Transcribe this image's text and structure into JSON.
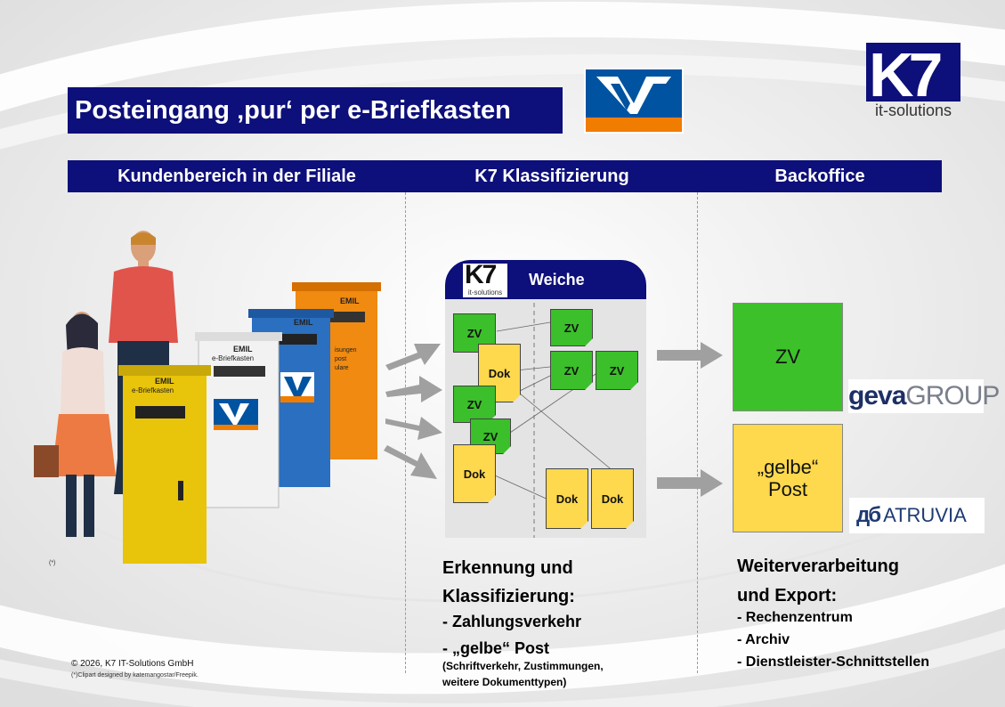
{
  "title": "Posteingang ‚pur‘ per e-Briefkasten",
  "logo": {
    "k7_text": "K7",
    "k7_sub": "it-solutions",
    "brand_color": "#0d0f7a"
  },
  "header": {
    "col1": "Kundenbereich in der Filiale",
    "col2": "K7 Klassifizierung",
    "col3": "Backoffice"
  },
  "mailboxes": {
    "brand": "EMIL",
    "label": "e-Briefkasten",
    "partial_text": [
      "isungen",
      "post",
      "ulare"
    ],
    "colors": [
      "#e8c40a",
      "#f0f0f0",
      "#2a6fc0",
      "#f08a10"
    ]
  },
  "figure_note": "(*)",
  "weiche": {
    "k7_text": "K7",
    "k7_sub": "it-solutions",
    "label": "Weiche",
    "docs": {
      "zv1": "ZV",
      "dok1": "Dok",
      "zv2": "ZV",
      "zv3": "ZV",
      "dok2": "Dok",
      "zv4": "ZV",
      "zv5": "ZV",
      "zv6": "ZV",
      "dok3": "Dok",
      "dok4": "Dok"
    }
  },
  "outputs": {
    "zv": "ZV",
    "post_line1": "„gelbe“",
    "post_line2": "Post",
    "partner1_a": "geva",
    "partner1_b": "GROUP",
    "partner2_sym": "дб",
    "partner2": "ATRUVIA"
  },
  "middle_text": {
    "line1": "Erkennung und",
    "line2": "Klassifizierung:",
    "item1": "- Zahlungsverkehr",
    "item2": "- „gelbe“ Post",
    "small1": "(Schriftverkehr, Zustimmungen,",
    "small2": "weitere Dokumenttypen)"
  },
  "right_text": {
    "line1": "Weiterverarbeitung",
    "line2": "und Export:",
    "item1": "- Rechenzentrum",
    "item2": "- Archiv",
    "item3": "- Dienstleister-Schnittstellen"
  },
  "footer": {
    "copyright": "© 2026, K7 IT-Solutions GmbH",
    "clipart": "(*)Clipart designed by katemangostar/Freepik."
  }
}
